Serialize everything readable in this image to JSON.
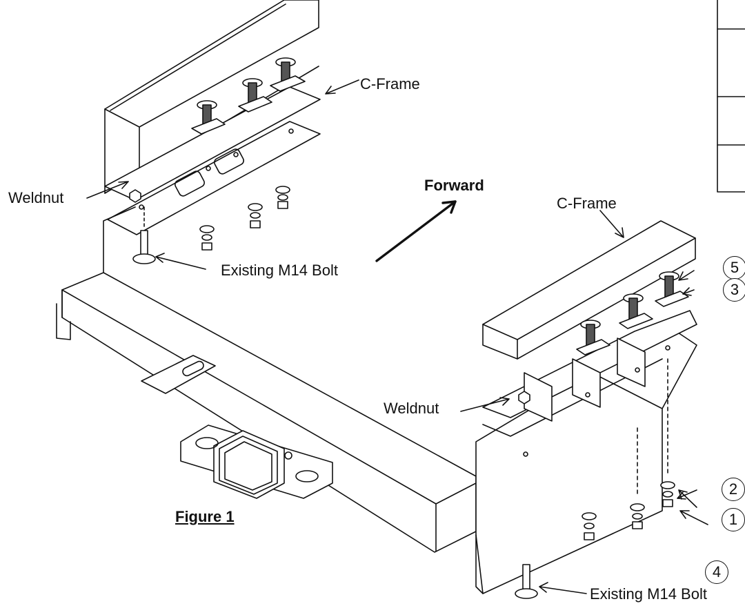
{
  "labels": {
    "cframe_top": "C-Frame",
    "cframe_right": "C-Frame",
    "weldnut_left": "Weldnut",
    "weldnut_right": "Weldnut",
    "forward": "Forward",
    "bolt_top": "Existing M14 Bolt",
    "bolt_bottom": "Existing M14 Bolt",
    "figure": "Figure 1"
  },
  "callouts": [
    "5",
    "3",
    "2",
    "1",
    "4"
  ]
}
